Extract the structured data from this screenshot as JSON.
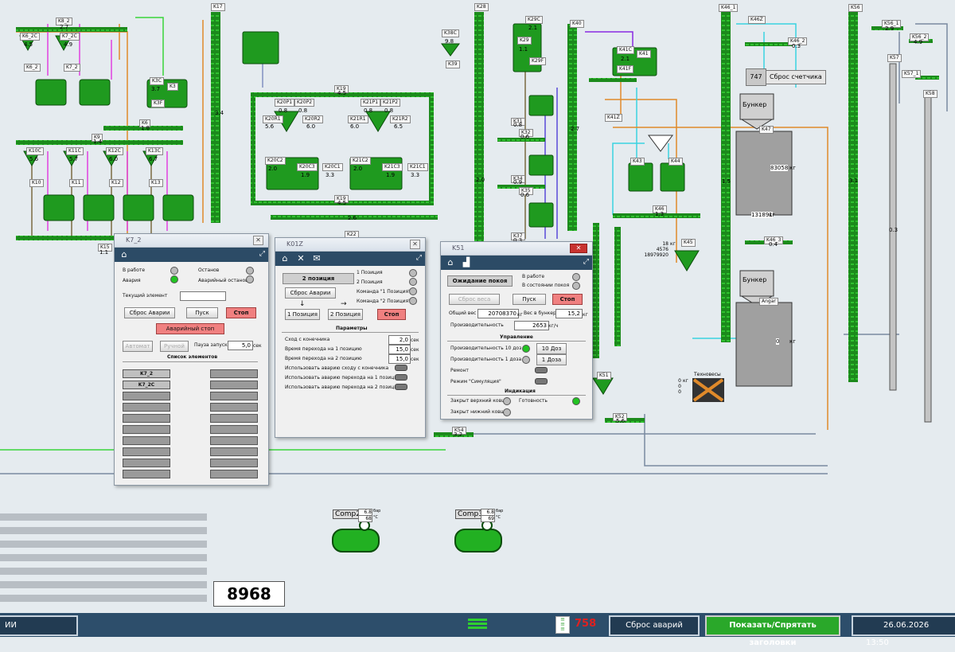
{
  "scene": {
    "tags": [
      {
        "id": "k6_2c",
        "label": "K6_2C",
        "value": "4.5"
      },
      {
        "id": "k7_2c",
        "label": "K7_2C",
        "value": "4.9"
      },
      {
        "id": "k8_2",
        "label": "K8_2",
        "value": "2.7"
      },
      {
        "id": "k6_2",
        "label": "K6_2",
        "value": ""
      },
      {
        "id": "k7_2",
        "label": "K7_2",
        "value": ""
      },
      {
        "id": "k3c",
        "label": "K3C",
        "value": "3.7"
      },
      {
        "id": "k3",
        "label": "K3",
        "value": ""
      },
      {
        "id": "k3f",
        "label": "K3F",
        "value": ""
      },
      {
        "id": "k6",
        "label": "K6",
        "value": "1.8"
      },
      {
        "id": "k9",
        "label": "K9",
        "value": "1.4"
      },
      {
        "id": "k10c",
        "label": "K10C",
        "value": "5.6"
      },
      {
        "id": "k11c",
        "label": "K11C",
        "value": "5.7"
      },
      {
        "id": "k12c",
        "label": "K12C",
        "value": "6.0"
      },
      {
        "id": "k13c",
        "label": "K13C",
        "value": "6.7"
      },
      {
        "id": "k10",
        "label": "K10",
        "value": ""
      },
      {
        "id": "k11",
        "label": "K11",
        "value": ""
      },
      {
        "id": "k12",
        "label": "K12",
        "value": ""
      },
      {
        "id": "k13",
        "label": "K13",
        "value": ""
      },
      {
        "id": "k15",
        "label": "K15",
        "value": "1.1"
      },
      {
        "id": "k17",
        "label": "K17",
        "value": "3.4"
      },
      {
        "id": "k19",
        "label": "K19",
        "value": "4.5"
      },
      {
        "id": "k19b",
        "label": "K19",
        "value": "4.5"
      },
      {
        "id": "k20p1",
        "label": "K20P1",
        "value": "0.8"
      },
      {
        "id": "k20p2",
        "label": "K20P2",
        "value": "0.8"
      },
      {
        "id": "k20r1",
        "label": "K20R1",
        "value": "5.6"
      },
      {
        "id": "k20r2",
        "label": "K20R2",
        "value": "6.0"
      },
      {
        "id": "k21p1",
        "label": "K21P1",
        "value": "0.8"
      },
      {
        "id": "k21p2",
        "label": "K21P2",
        "value": "0.8"
      },
      {
        "id": "k21r1",
        "label": "K21R1",
        "value": "6.0"
      },
      {
        "id": "k21r2",
        "label": "K21R2",
        "value": "6.5"
      },
      {
        "id": "k20c2",
        "label": "K20C2",
        "value": "2.0"
      },
      {
        "id": "k20c3",
        "label": "K20C3",
        "value": "1.9"
      },
      {
        "id": "k20c1",
        "label": "K20C1",
        "value": "3.3"
      },
      {
        "id": "k21c2",
        "label": "K21C2",
        "value": "2.0"
      },
      {
        "id": "k21c3",
        "label": "K21C3",
        "value": "1.9"
      },
      {
        "id": "k21c1",
        "label": "K21C1",
        "value": "3.3"
      },
      {
        "id": "k22",
        "label": "K22",
        "value": "2.6"
      },
      {
        "id": "k28",
        "label": "K28",
        "value": "2.0"
      },
      {
        "id": "k29c",
        "label": "K29C",
        "value": "2.1"
      },
      {
        "id": "k29",
        "label": "K29",
        "value": "1.1"
      },
      {
        "id": "k29f",
        "label": "K29F",
        "value": ""
      },
      {
        "id": "k38c",
        "label": "K38C",
        "value": "9.8"
      },
      {
        "id": "k39",
        "label": "K39",
        "value": ""
      },
      {
        "id": "k31",
        "label": "K31",
        "value": "0.8"
      },
      {
        "id": "k32",
        "label": "K32",
        "value": "0.6"
      },
      {
        "id": "k34",
        "label": "K34",
        "value": "0.9"
      },
      {
        "id": "k35",
        "label": "K35",
        "value": "0.6"
      },
      {
        "id": "k37",
        "label": "K37",
        "value": "0.3"
      },
      {
        "id": "k40",
        "label": "K40",
        "value": "2.7"
      },
      {
        "id": "k41c",
        "label": "K41C",
        "value": "2.1"
      },
      {
        "id": "k41",
        "label": "K41",
        "value": ""
      },
      {
        "id": "k41f",
        "label": "K41F",
        "value": ""
      },
      {
        "id": "k41z",
        "label": "K41Z",
        "value": ""
      },
      {
        "id": "k43",
        "label": "K43",
        "value": ""
      },
      {
        "id": "k44",
        "label": "K44",
        "value": ""
      },
      {
        "id": "k45",
        "label": "K45",
        "value": ""
      },
      {
        "id": "k46",
        "label": "K46",
        "value": "1.3"
      },
      {
        "id": "k46_1",
        "label": "K46_1",
        "value": "1.5"
      },
      {
        "id": "k46z",
        "label": "K46Z",
        "value": ""
      },
      {
        "id": "k46_2",
        "label": "K46_2",
        "value": "0.3"
      },
      {
        "id": "k46_3",
        "label": "K46_3",
        "value": "0.4"
      },
      {
        "id": "k51",
        "label": "K51",
        "value": ""
      },
      {
        "id": "k52",
        "label": "K52",
        "value": "5.6"
      },
      {
        "id": "k54",
        "label": "K54",
        "value": "3.2"
      },
      {
        "id": "k56",
        "label": "K56",
        "value": "3.1"
      },
      {
        "id": "k56_1",
        "label": "K56_1",
        "value": "2.9"
      },
      {
        "id": "k56_2",
        "label": "K56_2",
        "value": "4.9"
      },
      {
        "id": "k57",
        "label": "K57",
        "value": "0.3"
      },
      {
        "id": "k57_1",
        "label": "K57_1",
        "value": ""
      },
      {
        "id": "k58",
        "label": "K58",
        "value": ""
      }
    ],
    "counter_reset": {
      "count": "747",
      "label": "Сброс счетчика"
    },
    "bunker1": {
      "label": "Бункер",
      "tag": "K47",
      "weight": "83058",
      "unit": "кг",
      "bottom": "131891",
      "bottom_unit": "кг"
    },
    "bunker2": {
      "label": "Бункер",
      "tag": "Angar",
      "weight": "0",
      "unit": "кг"
    },
    "k45_box": {
      "values": [
        "18",
        "4576",
        "18979920"
      ],
      "unit": "кг"
    },
    "tekhnovesy": {
      "label": "Техновесы",
      "values": [
        "0",
        "0",
        "0"
      ],
      "unit": "кг"
    },
    "comp2": {
      "label": "Comp2",
      "pressure": "6.8",
      "pressure_unit": "бар",
      "temp": "68",
      "temp_unit": "°C"
    },
    "comp3": {
      "label": "Comp3",
      "pressure": "6.8",
      "pressure_unit": "бар",
      "temp": "69",
      "temp_unit": "°C"
    },
    "big_counter": "8968"
  },
  "dlg_k72": {
    "title": "K7_2",
    "in_work": "В работе",
    "alarm": "Авария",
    "stopped": "Останов",
    "emergency_stop_state": "Аварийный останов",
    "current_element": "Текущий элемент",
    "reset_alarm": "Сброс Аварии",
    "start": "Пуск",
    "stop": "Стоп",
    "emergency_stop": "Аварийный стоп",
    "auto": "Автомат",
    "manual": "Ручной",
    "start_delay": "Пауза запуска",
    "start_delay_val": "5,0",
    "sec": "сек",
    "list_title": "Список элементов",
    "items": [
      "K7_2",
      "K7_2C"
    ]
  },
  "dlg_k01z": {
    "title": "K01Z",
    "position_state": "2 позиция",
    "pos1": "1 Позиция",
    "pos2": "2 Позиция",
    "cmd1": "Команда \"1 Позиция\"",
    "cmd2": "Команда \"2 Позиция\"",
    "reset_alarm": "Сброс Аварии",
    "btn_pos1": "1 Позиция",
    "btn_pos2": "2 Позиция",
    "stop": "Стоп",
    "params": "Параметры",
    "rows": [
      {
        "label": "Сход с конечника",
        "value": "2,0",
        "unit": "сек"
      },
      {
        "label": "Время перехода на 1 позицию",
        "value": "15,0",
        "unit": "сек"
      },
      {
        "label": "Время перехода на 2 позицию",
        "value": "15,0",
        "unit": "сек"
      }
    ],
    "toggles": [
      "Использовать аварию сходу с конечника",
      "Использовать аварию перехода на 1 позицию",
      "Использовать аварию перехода на 2 позицию"
    ]
  },
  "dlg_k51": {
    "title": "K51",
    "state": "Ожидание покоя",
    "in_work": "В работе",
    "resting": "В состоянии покоя",
    "reset_weight": "Сброс веса",
    "start": "Пуск",
    "stop": "Стоп",
    "total_weight_label": "Общий вес",
    "total_weight": "20708370",
    "unit_kg": "кг",
    "bunker_weight_label": "Вес в бункере",
    "bunker_weight": "15,2",
    "perf_label": "Производительность",
    "perf": "2653",
    "perf_unit": "кг/ч",
    "control": "Управление",
    "perf10": "Производительность 10 доз",
    "perf1": "Производительность 1 доза",
    "btn10": "10 Доз",
    "btn1": "1 Доза",
    "repair": "Ремонт",
    "sim": "Режим \"Симуляция\"",
    "indication": "Индикация",
    "upper": "Закрыт верхний ковш",
    "lower": "Закрыт нижний ковш",
    "ready": "Готовность"
  },
  "bottombar": {
    "left_label": "ИИ",
    "alarm_count": "758",
    "reset_alarms": "Сброс аварий",
    "toggle_headers": "Показать/Спрятать заголовки",
    "date": "26.06.2026",
    "time": "13:50"
  },
  "colors": {
    "green": "#1f8f1f",
    "bar": "#2d4e6b",
    "alarm": "#e02020"
  }
}
